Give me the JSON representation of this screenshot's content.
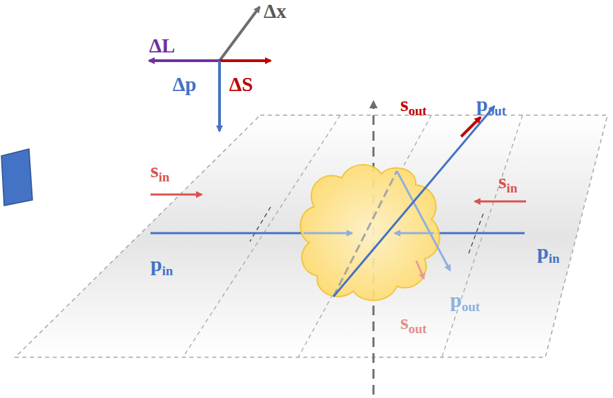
{
  "diagram": {
    "labels": [
      "ΔL",
      "Δx",
      "Δp",
      "ΔS",
      "sin",
      "pin",
      "sout",
      "pout",
      "sin",
      "pin",
      "sout",
      "pout"
    ]
  }
}
